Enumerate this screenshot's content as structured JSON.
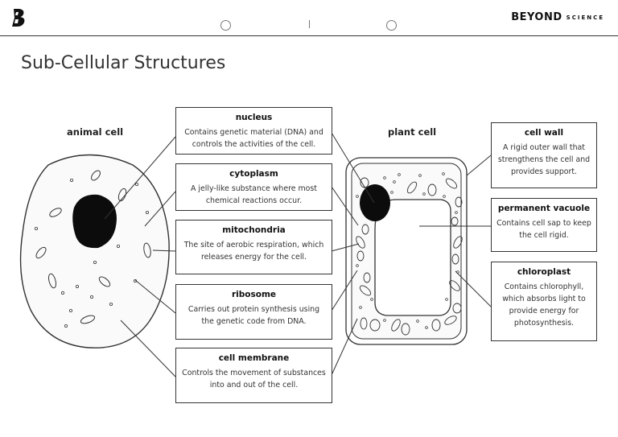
{
  "header": {
    "brand_main": "BEYOND",
    "brand_sub": "SCIENCE"
  },
  "page_title": "Sub-Cellular Structures",
  "cells": {
    "animal_label": "animal cell",
    "plant_label": "plant cell"
  },
  "boxes": [
    {
      "title": "nucleus",
      "desc": "Contains genetic material (DNA) and controls the activities of the cell."
    },
    {
      "title": "cytoplasm",
      "desc": "A jelly-like substance where most chemical reactions occur."
    },
    {
      "title": "mitochondria",
      "desc": "The site of aerobic respiration, which releases energy for the cell."
    },
    {
      "title": "ribosome",
      "desc": "Carries out protein synthesis using the genetic code from DNA."
    },
    {
      "title": "cell membrane",
      "desc": "Controls the movement of substances into and out of the cell."
    }
  ],
  "plant_boxes": [
    {
      "title": "cell wall",
      "desc": "A rigid outer wall that strengthens the cell and provides support."
    },
    {
      "title": "permanent vacuole",
      "desc": "Contains cell sap to keep the cell rigid."
    },
    {
      "title": "chloroplast",
      "desc": "Contains chlorophyll, which absorbs light to provide energy for photosynthesis."
    }
  ]
}
